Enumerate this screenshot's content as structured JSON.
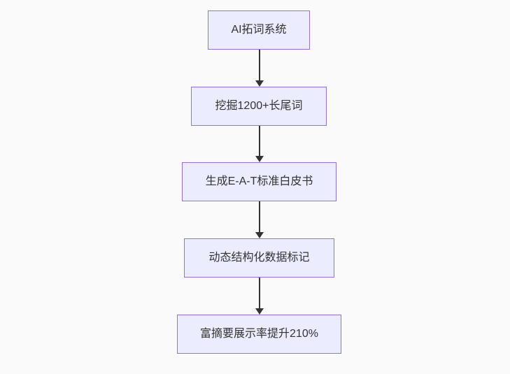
{
  "theme": {
    "canvas_bg": "#fafafa",
    "node_fill": "#ECECFF",
    "node_border": "#9370DB",
    "node_text": "#333333",
    "edge_color": "#333333"
  },
  "flowchart": {
    "type": "flowchart",
    "direction": "top-down",
    "nodes": [
      {
        "id": "n1",
        "label": "AI拓词系统"
      },
      {
        "id": "n2",
        "label": "挖掘1200+长尾词"
      },
      {
        "id": "n3",
        "label": "生成E-A-T标准白皮书"
      },
      {
        "id": "n4",
        "label": "动态结构化数据标记"
      },
      {
        "id": "n5",
        "label": "富摘要展示率提升210%"
      }
    ],
    "edges": [
      {
        "from": "n1",
        "to": "n2"
      },
      {
        "from": "n2",
        "to": "n3"
      },
      {
        "from": "n3",
        "to": "n4"
      },
      {
        "from": "n4",
        "to": "n5"
      }
    ]
  }
}
